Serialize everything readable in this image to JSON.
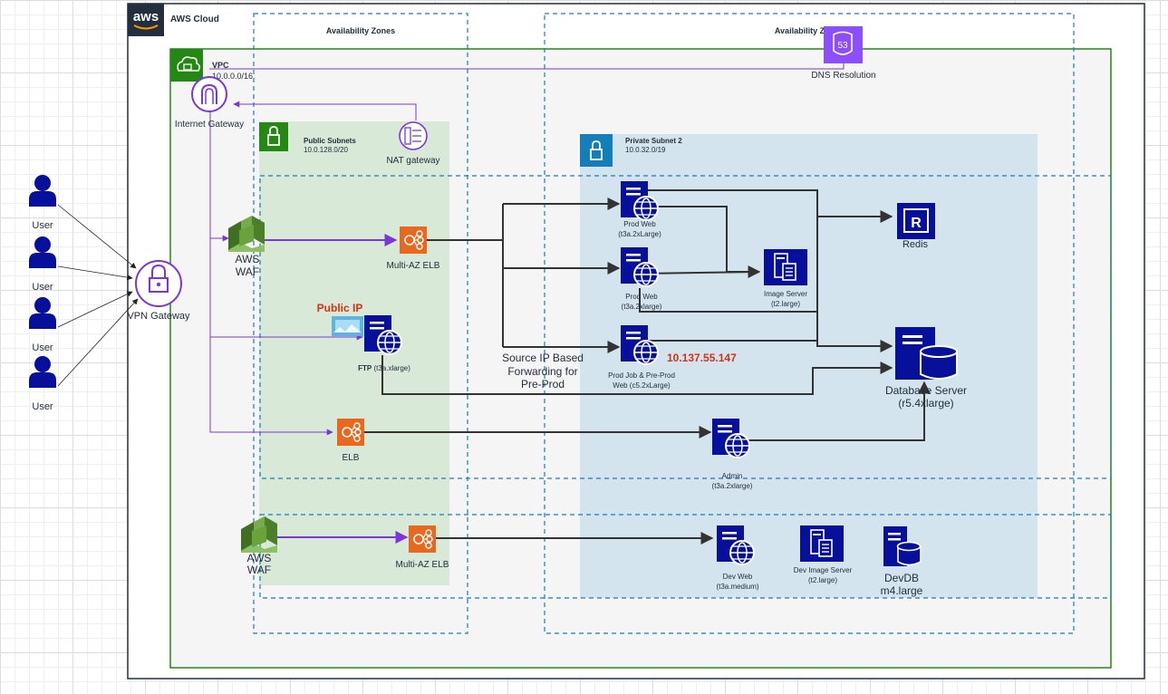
{
  "colors": {
    "cloud": "#232f3e",
    "vpc": "#248814",
    "az": "#147eba",
    "navy": "#06109b",
    "orange": "#e8681f",
    "waf": "#6aa33b",
    "purple": "#7b36d8",
    "red": "#d13212"
  },
  "cloud": {
    "title": "AWS Cloud",
    "logo": "aws"
  },
  "zones": {
    "left_title": "Availability Zones",
    "right_title": "Availability Zones"
  },
  "vpc": {
    "title": "VPC",
    "cidr": "10.0.0.0/16"
  },
  "public_subnet": {
    "title": "Public Subnets",
    "cidr": "10.0.128.0/20"
  },
  "private_subnet": {
    "title": "Private Subnet 2",
    "cidr": "10.0.32.0/19"
  },
  "users": [
    {
      "label": "User"
    },
    {
      "label": "User"
    },
    {
      "label": "User"
    },
    {
      "label": "User"
    }
  ],
  "vpn": {
    "label": "VPN Gateway"
  },
  "igw": {
    "label": "Internet Gateway"
  },
  "dns": {
    "label": "DNS Resolution",
    "badge": "53"
  },
  "nat": {
    "label": "NAT gateway"
  },
  "waf1": {
    "line1": "AWS",
    "line2": "WAF"
  },
  "waf2": {
    "line1": "AWS",
    "line2": "WAF"
  },
  "elb1": {
    "label": "Multi-AZ ELB"
  },
  "elb2": {
    "label": "ELB"
  },
  "elb3": {
    "label": "Multi-AZ ELB"
  },
  "public_ip": {
    "label": "Public IP"
  },
  "ftp": {
    "name": "FTP",
    "spec": "(t3a.xlarge)"
  },
  "routing_note": {
    "line1": "Source IP Based",
    "line2": "Forwarding for",
    "line3": "Pre-Prod"
  },
  "prod_web1": {
    "name": "Prod Web",
    "spec": "(t3a.2xLarge)"
  },
  "prod_web2": {
    "name": "Prod Web",
    "spec": "(t3a.2xlarge)"
  },
  "prod_job": {
    "line1": "Prod Job & Pre-Prod",
    "line2": "Web (c5.2xLarge)",
    "ip": "10.137.55.147"
  },
  "image_server": {
    "name": "Image Server",
    "spec": "(t2.large)"
  },
  "redis": {
    "label": "Redis",
    "icon": "R"
  },
  "db_server": {
    "name": "Database Server",
    "spec": "(r5.4xlarge)"
  },
  "admin": {
    "name": "Admin",
    "spec": "(t3a.2xlarge)"
  },
  "dev_web": {
    "name": "Dev Web",
    "spec": "(t3a.medium)"
  },
  "dev_image": {
    "name": "Dev Image Server",
    "spec": "(t2.large)"
  },
  "devdb": {
    "name": "DevDB",
    "spec": "m4.large"
  }
}
